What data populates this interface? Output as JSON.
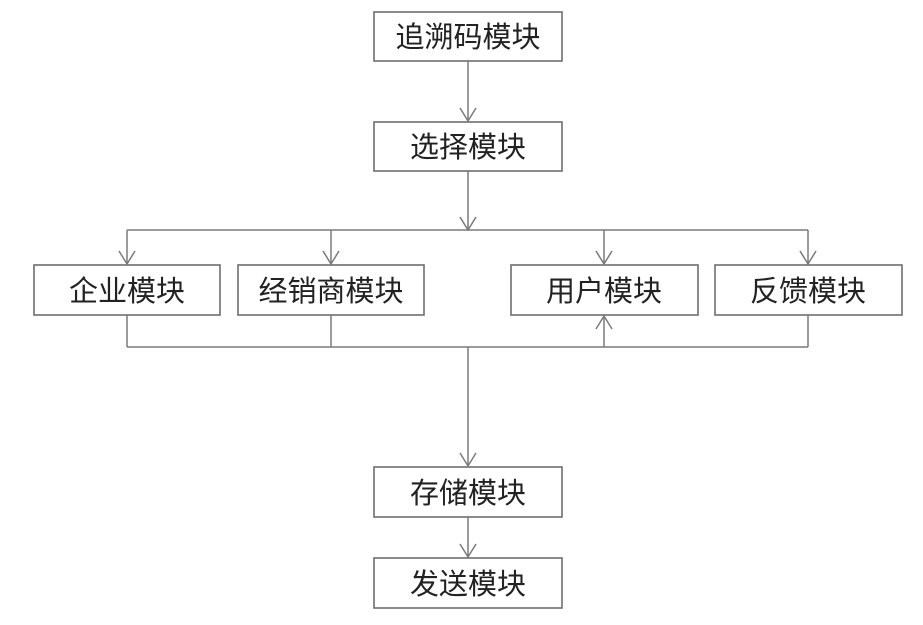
{
  "modules": {
    "trace_code": "追溯码模块",
    "selection": "选择模块",
    "enterprise": "企业模块",
    "distributor": "经销商模块",
    "user": "用户模块",
    "feedback": "反馈模块",
    "storage": "存储模块",
    "sending": "发送模块"
  }
}
